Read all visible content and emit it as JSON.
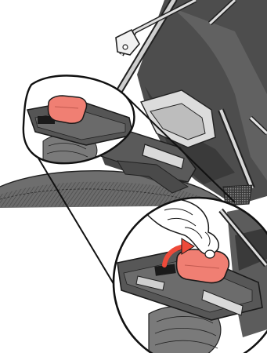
{
  "figure": {
    "illustration": "stroller-armrest-bumper-bar-release",
    "highlight_color": "#f07f73",
    "arrow_color": "#ee4a3a",
    "shade_colors": {
      "dark": "#2f2f2f",
      "mid": "#5c5c5c",
      "fabric": "#7a7a7a",
      "light": "#b4b4b4",
      "pale": "#d9d9d9"
    },
    "callouts": [
      {
        "name": "upper-detail-release-button",
        "state": "located"
      },
      {
        "name": "lower-detail-release-button",
        "state": "pressed-and-slid"
      }
    ]
  }
}
